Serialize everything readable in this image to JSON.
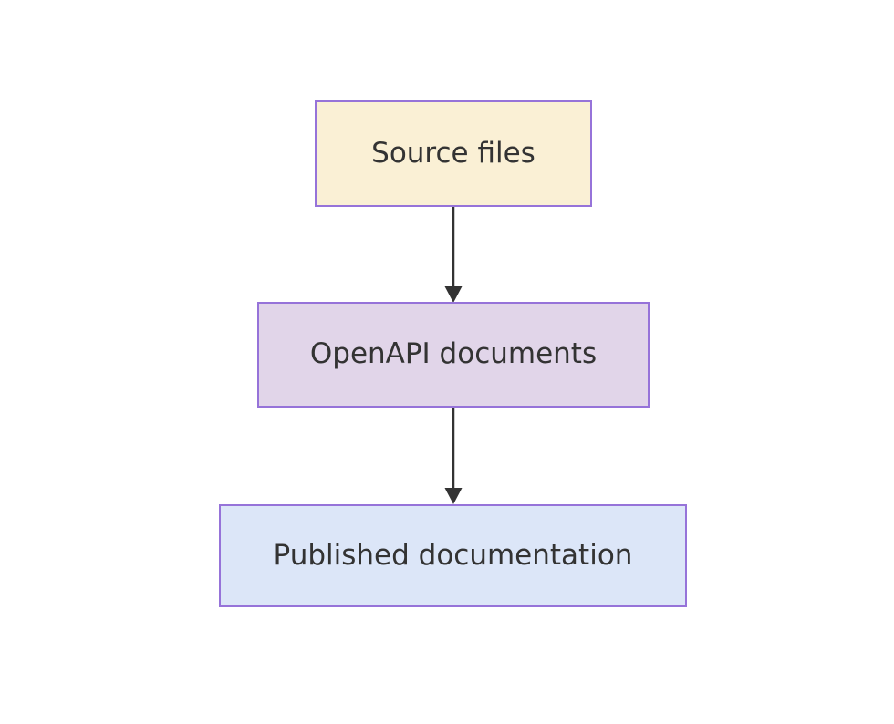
{
  "diagram": {
    "type": "flowchart",
    "direction": "top-down",
    "background": "#FFFFFF",
    "border_color": "#9673D9",
    "arrow_color": "#333333",
    "text_color": "#333333",
    "nodes": [
      {
        "id": "A",
        "label": "Source files",
        "fill": "#FAF0D5"
      },
      {
        "id": "B",
        "label": "OpenAPI documents",
        "fill": "#E1D5E9"
      },
      {
        "id": "C",
        "label": "Published documentation",
        "fill": "#DCE6F8"
      }
    ],
    "edges": [
      {
        "from": "A",
        "to": "B"
      },
      {
        "from": "B",
        "to": "C"
      }
    ]
  }
}
